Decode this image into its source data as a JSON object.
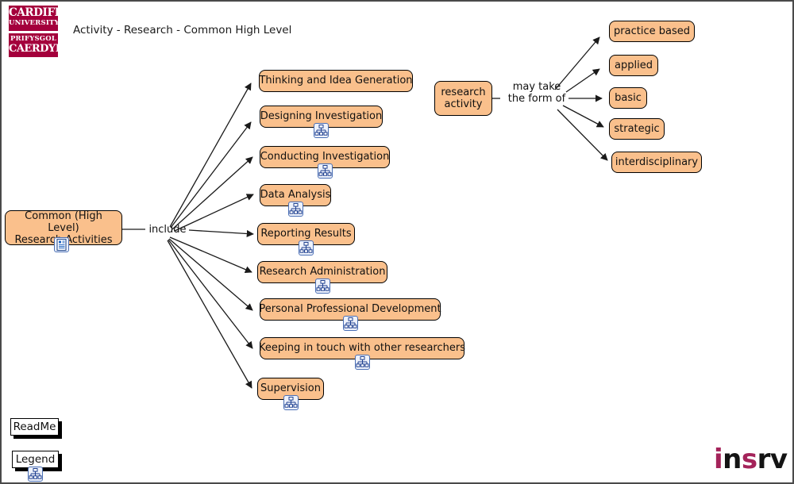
{
  "page": {
    "title": "Activity - Research - Common High Level",
    "background": "#ffffff",
    "border_color": "#4a4a4a"
  },
  "brand": {
    "cardiff_logo": {
      "name": "cardiff-university-logo",
      "line1": "CARDIFF",
      "line2": "UNIVERSITY",
      "line3": "PRIFYSGOL",
      "line4": "CAERDYD",
      "color": "#a4003c"
    },
    "insrv_logo": {
      "name": "insrv-logo",
      "part1": "i",
      "part2": "n",
      "part3": "s",
      "part4": "rv",
      "accent": "#a4235a",
      "dark": "#141414"
    }
  },
  "colors": {
    "node_fill": "#fac08c",
    "node_stroke": "#000000",
    "edge_stroke": "#1a1a1a",
    "icon_border": "#4a6fb5",
    "icon_fill": "#eef2fb"
  },
  "root": {
    "label": "Common (High Level)\nResearch Activities",
    "line1": "Common (High Level)",
    "line2": "Research Activities",
    "icon": "document-icon"
  },
  "edges": {
    "include_label": "include",
    "form_label_line1": "may take",
    "form_label_line2": "the form of"
  },
  "activities": [
    {
      "label": "Thinking and Idea Generation",
      "icon": null
    },
    {
      "label": "Designing Investigation",
      "icon": "hierarchy-icon"
    },
    {
      "label": "Conducting Investigation",
      "icon": "hierarchy-icon"
    },
    {
      "label": "Data Analysis",
      "icon": "hierarchy-icon"
    },
    {
      "label": "Reporting Results",
      "icon": "hierarchy-icon"
    },
    {
      "label": "Research Administration",
      "icon": "hierarchy-icon"
    },
    {
      "label": "Personal Professional Development",
      "icon": "hierarchy-icon"
    },
    {
      "label": "Keeping in touch with other researchers",
      "icon": "hierarchy-icon"
    },
    {
      "label": "Supervision",
      "icon": "hierarchy-icon"
    }
  ],
  "research_activity": {
    "line1": "research",
    "line2": "activity"
  },
  "forms": [
    {
      "label": "practice based"
    },
    {
      "label": "applied"
    },
    {
      "label": "basic"
    },
    {
      "label": "strategic"
    },
    {
      "label": "interdisciplinary"
    }
  ],
  "buttons": [
    {
      "label": "ReadMe",
      "icon": null
    },
    {
      "label": "Legend",
      "icon": "hierarchy-icon"
    }
  ]
}
